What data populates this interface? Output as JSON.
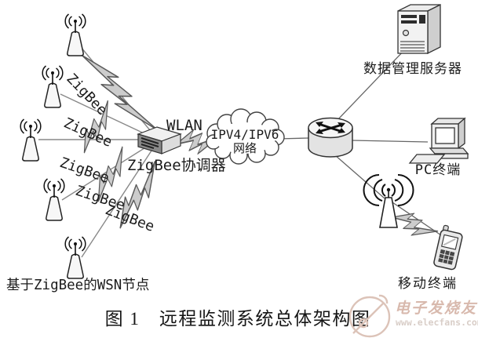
{
  "figure": {
    "caption": "图 1　远程监测系统总体架构图"
  },
  "diagram": {
    "wsn": {
      "group_label": "基于ZigBee的WSN节点",
      "link_labels": [
        "ZigBee",
        "ZigBee",
        "ZigBee",
        "ZigBee",
        "ZigBee"
      ]
    },
    "coordinator": {
      "label": "ZigBee协调器"
    },
    "wlan": {
      "label": "WLAN"
    },
    "cloud": {
      "line1": "IPV4/IPV6",
      "line2": "网络"
    },
    "devices": {
      "server": {
        "label": "数据管理服务器"
      },
      "pc": {
        "label": "PC终端"
      },
      "mobile": {
        "label": "移动终端"
      }
    }
  },
  "watermark": {
    "brand": "电子发烧友",
    "url": "www.elecfans.com",
    "brand_color": "#d8b9ad",
    "url_color": "#d9cec8"
  },
  "colors": {
    "background": "#ffffff",
    "thin_line": "#888888",
    "outline": "#333333",
    "bolt_fill": "#cccccc",
    "bolt_stroke": "#5a5a5a",
    "text": "#1b1b1b"
  }
}
